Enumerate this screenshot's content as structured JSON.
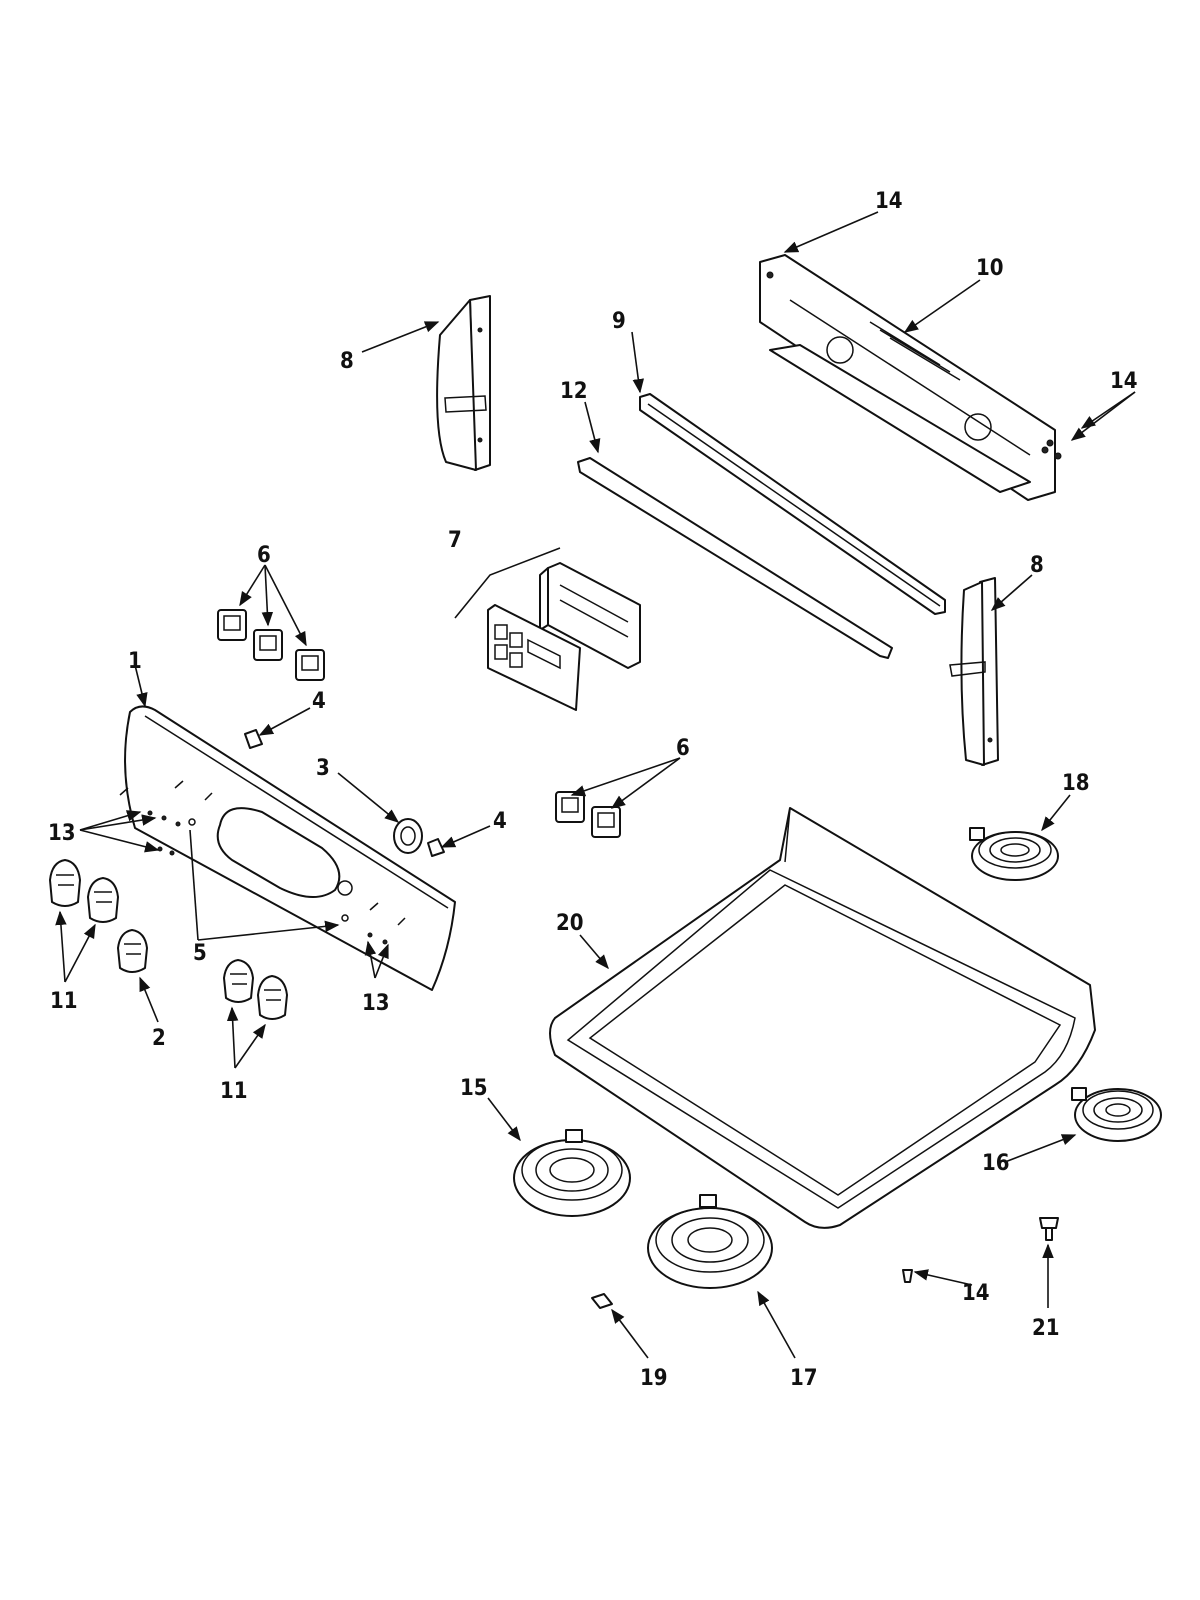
{
  "callouts": {
    "c1": "1",
    "c2": "2",
    "c3": "3",
    "c4a": "4",
    "c4b": "4",
    "c5": "5",
    "c6a": "6",
    "c6b": "6",
    "c7": "7",
    "c8a": "8",
    "c8b": "8",
    "c9": "9",
    "c10": "10",
    "c11a": "11",
    "c11b": "11",
    "c12": "12",
    "c13a": "13",
    "c13b": "13",
    "c14a": "14",
    "c14b": "14",
    "c14c": "14",
    "c15": "15",
    "c16": "16",
    "c17": "17",
    "c18": "18",
    "c19": "19",
    "c20": "20",
    "c21": "21"
  },
  "colors": {
    "line": "#111111",
    "background": "#ffffff"
  }
}
